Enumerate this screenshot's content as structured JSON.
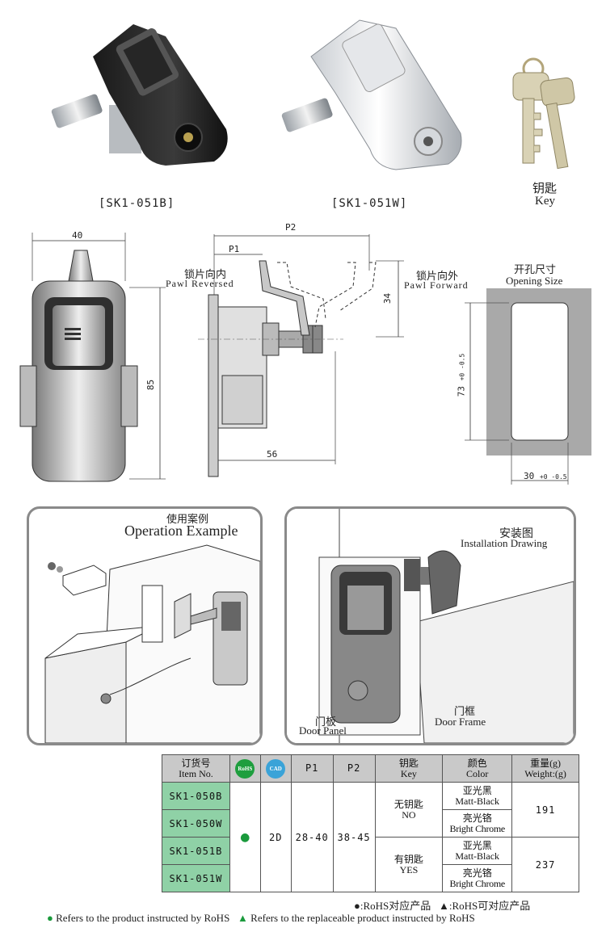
{
  "products": {
    "black_caption": "[SK1-051B]",
    "chrome_caption": "[SK1-051W]",
    "key_cn": "钥匙",
    "key_en": "Key"
  },
  "drawing": {
    "dim_40": "40",
    "dim_85": "85",
    "dim_p2": "P2",
    "dim_p1": "P1",
    "dim_34": "34",
    "dim_56": "56",
    "pawl_reversed_cn": "锁片向内",
    "pawl_reversed_en": "Pawl Reversed",
    "pawl_forward_cn": "锁片向外",
    "pawl_forward_en": "Pawl Forward",
    "opening_cn": "开孔尺寸",
    "opening_en": "Opening Size",
    "opening_h": "73",
    "opening_h_tol": "+0 -0.5",
    "opening_w": "30",
    "opening_w_tol": "+0 -0.5"
  },
  "operation": {
    "title_cn": "使用案例",
    "title_en": "Operation Example"
  },
  "installation": {
    "title_cn": "安装图",
    "title_en": "Installation Drawing",
    "door_panel_cn": "门板",
    "door_panel_en": "Door Panel",
    "door_frame_cn": "门框",
    "door_frame_en": "Door Frame"
  },
  "table": {
    "headers": {
      "item_cn": "订货号",
      "item_en": "Item No.",
      "rohs": "RoHS",
      "cad": "CAD",
      "p1": "P1",
      "p2": "P2",
      "key_cn": "钥匙",
      "key_en": "Key",
      "color_cn": "颜色",
      "color_en": "Color",
      "weight_cn": "重量(g)",
      "weight_en": "Weight:(g)"
    },
    "items": [
      "SK1-050B",
      "SK1-050W",
      "SK1-051B",
      "SK1-051W"
    ],
    "rohs_mark": "●",
    "cad": "2D",
    "p1": "28-40",
    "p2": "38-45",
    "key_no_cn": "无钥匙",
    "key_no_en": "NO",
    "key_yes_cn": "有钥匙",
    "key_yes_en": "YES",
    "matt_cn": "亚光黑",
    "matt_en": "Matt-Black",
    "chrome_cn": "亮光铬",
    "chrome_en": "Bright Chrome",
    "weight_1": "191",
    "weight_2": "237"
  },
  "legend": {
    "cn_rohs": "●:RoHS对应产品",
    "cn_replace": "▲:RoHS可对应产品",
    "en_rohs_mark": "●",
    "en_rohs": "Refers to the product instructed by RoHS",
    "en_replace_mark": "▲",
    "en_replace": "Refers to the replaceable product instructed by RoHS"
  },
  "colors": {
    "green": "#1a9a3c",
    "rohs_badge": "#1e9e3e",
    "cad_badge": "#3aa3d8",
    "item_bg": "#8fd1a6",
    "header_bg": "#c9c9c9"
  }
}
